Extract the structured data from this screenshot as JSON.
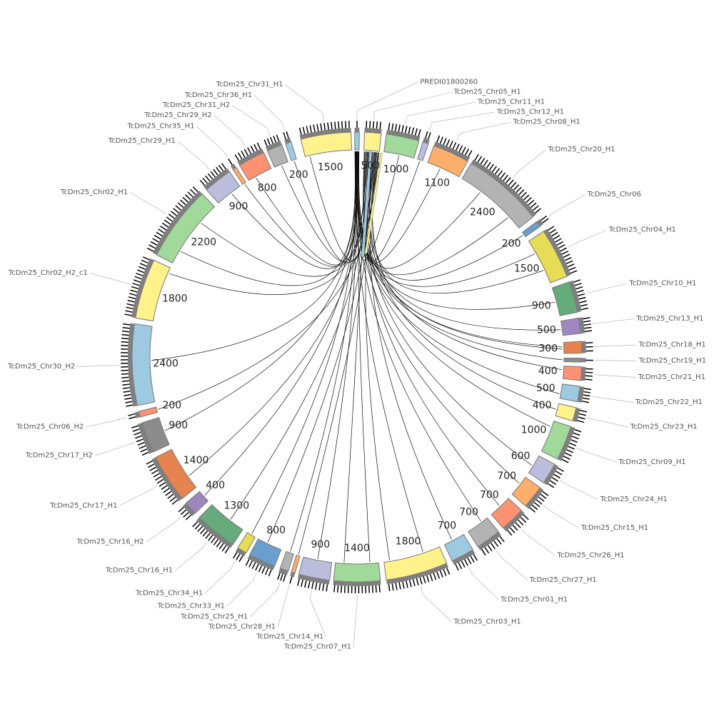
{
  "chart_data": {
    "type": "chord",
    "title": "",
    "tick_step": 100,
    "segments": [
      {
        "name": "PREDI01800260",
        "start": 359.4,
        "end": 0.6,
        "color": "#9ecae1"
      },
      {
        "name": "TcDm25_Chr05_H1",
        "start": 1.9,
        "end": 6.2,
        "color": "#fff28a"
      },
      {
        "name": "TcDm25_Chr11_H1",
        "start": 7.5,
        "end": 16,
        "color": "#a1d99b"
      },
      {
        "name": "TcDm25_Chr12_H1",
        "start": 17,
        "end": 18.5,
        "color": "#bcbddc"
      },
      {
        "name": "TcDm25_Chr08_H1",
        "start": 20,
        "end": 29.5,
        "color": "#fdae6b"
      },
      {
        "name": "TcDm25_Chr20_H1",
        "start": 30.5,
        "end": 51.5,
        "color": "#b3b3b3"
      },
      {
        "name": "TcDm25_Chr06",
        "start": 53,
        "end": 54.5,
        "color": "#6a9ecf"
      },
      {
        "name": "TcDm25_Chr04_H1",
        "start": 56,
        "end": 69,
        "color": "#e6dc55"
      },
      {
        "name": "TcDm25_Chr10_H1",
        "start": 70.5,
        "end": 78.5,
        "color": "#66ab7c"
      },
      {
        "name": "TcDm25_Chr13_H1",
        "start": 80,
        "end": 84,
        "color": "#9e86c0"
      },
      {
        "name": "TcDm25_Chr18_H1",
        "start": 86,
        "end": 89,
        "color": "#e6834f"
      },
      {
        "name": "TcDm25_Chr19_H1",
        "start": 90.3,
        "end": 91.3,
        "color": "#8c8c8c"
      },
      {
        "name": "TcDm25_Chr21_H1",
        "start": 92.5,
        "end": 96,
        "color": "#fc9272"
      },
      {
        "name": "TcDm25_Chr22_H1",
        "start": 97.5,
        "end": 101.5,
        "color": "#9ecae1"
      },
      {
        "name": "TcDm25_Chr23_H1",
        "start": 103,
        "end": 106.5,
        "color": "#fff28a"
      },
      {
        "name": "TcDm25_Chr09_H1",
        "start": 108,
        "end": 117,
        "color": "#a1d99b"
      },
      {
        "name": "TcDm25_Chr24_H1",
        "start": 118.5,
        "end": 124,
        "color": "#bcbddc"
      },
      {
        "name": "TcDm25_Chr15_H1",
        "start": 125.5,
        "end": 131.5,
        "color": "#fdae6b"
      },
      {
        "name": "TcDm25_Chr26_H1",
        "start": 133,
        "end": 139.5,
        "color": "#fc9272"
      },
      {
        "name": "TcDm25_Chr27_H1",
        "start": 141,
        "end": 147.5,
        "color": "#b3b3b3"
      },
      {
        "name": "TcDm25_Chr01_H1",
        "start": 149,
        "end": 155,
        "color": "#9ecae1"
      },
      {
        "name": "TcDm25_Chr03_H1",
        "start": 156.5,
        "end": 172.5,
        "color": "#fff28a"
      },
      {
        "name": "TcDm25_Chr07_H1",
        "start": 174,
        "end": 186,
        "color": "#a1d99b"
      },
      {
        "name": "TcDm25_Chr14_H1",
        "start": 187,
        "end": 195,
        "color": "#bcbddc"
      },
      {
        "name": "TcDm25_Chr28_H1",
        "start": 196,
        "end": 197,
        "color": "#fdae6b"
      },
      {
        "name": "TcDm25_Chr25_H1",
        "start": 197.8,
        "end": 200,
        "color": "#b3b3b3"
      },
      {
        "name": "TcDm25_Chr33_H1",
        "start": 201.5,
        "end": 208.5,
        "color": "#6a9ecf"
      },
      {
        "name": "TcDm25_Chr34_H1",
        "start": 209.5,
        "end": 212,
        "color": "#e6dc55"
      },
      {
        "name": "TcDm25_Chr16_H1",
        "start": 213.5,
        "end": 224.5,
        "color": "#66ab7c"
      },
      {
        "name": "TcDm25_Chr16_H2",
        "start": 226,
        "end": 229.5,
        "color": "#9e86c0"
      },
      {
        "name": "TcDm25_Chr17_H1",
        "start": 231,
        "end": 243.5,
        "color": "#e6834f"
      },
      {
        "name": "TcDm25_Chr17_H2",
        "start": 245,
        "end": 253,
        "color": "#8c8c8c"
      },
      {
        "name": "TcDm25_Chr06_H2",
        "start": 254.5,
        "end": 256,
        "color": "#fc9272"
      },
      {
        "name": "TcDm25_Chr30_H2",
        "start": 257.5,
        "end": 278.5,
        "color": "#9ecae1"
      },
      {
        "name": "TcDm25_Chr02_H2_c1",
        "start": 280,
        "end": 295.5,
        "color": "#fff28a"
      },
      {
        "name": "TcDm25_Chr02_H1",
        "start": 297,
        "end": 316.5,
        "color": "#a1d99b"
      },
      {
        "name": "TcDm25_Chr29_H1",
        "start": 318,
        "end": 325.5,
        "color": "#bcbddc"
      },
      {
        "name": "TcDm25_Chr35_H1",
        "start": 326.5,
        "end": 327.5,
        "color": "#fdae6b"
      },
      {
        "name": "TcDm25_Chr29_H2",
        "start": 328.5,
        "end": 335.5,
        "color": "#fc9272"
      },
      {
        "name": "TcDm25_Chr31_H2",
        "start": 336.5,
        "end": 340.5,
        "color": "#b3b3b3"
      },
      {
        "name": "TcDm25_Chr36_H1",
        "start": 341.5,
        "end": 343,
        "color": "#9ecae1"
      },
      {
        "name": "TcDm25_Chr31_H1",
        "start": 345.5,
        "end": 358.5,
        "color": "#fff28a"
      }
    ],
    "links": [
      [
        2,
        0.5
      ],
      [
        3,
        0.5
      ],
      [
        4,
        0.4
      ],
      [
        5,
        0.3
      ],
      [
        5,
        0.8
      ],
      [
        6,
        0.5
      ],
      [
        7,
        0.3
      ],
      [
        7,
        0.7
      ],
      [
        8,
        0.5
      ],
      [
        9,
        0.6
      ],
      [
        10,
        0.4
      ],
      [
        10,
        0.6
      ],
      [
        11,
        0.5
      ],
      [
        12,
        0.3
      ],
      [
        13,
        0.7
      ],
      [
        14,
        0.5
      ],
      [
        15,
        0.2
      ],
      [
        16,
        0.6
      ],
      [
        17,
        0.4
      ],
      [
        18,
        0.5
      ],
      [
        19,
        0.3
      ],
      [
        20,
        0.6
      ],
      [
        21,
        0.3
      ],
      [
        21,
        0.9
      ],
      [
        22,
        0.2
      ],
      [
        22,
        0.8
      ],
      [
        23,
        0.5
      ],
      [
        24,
        0.5
      ],
      [
        25,
        0.5
      ],
      [
        26,
        0.6
      ],
      [
        27,
        0.5
      ],
      [
        28,
        0.4
      ],
      [
        29,
        0.5
      ],
      [
        30,
        0.3
      ],
      [
        31,
        0.5
      ],
      [
        32,
        0.5
      ],
      [
        33,
        0.55
      ],
      [
        34,
        0.9
      ],
      [
        35,
        0.2
      ],
      [
        35,
        0.7
      ],
      [
        36,
        0.6
      ],
      [
        37,
        0.5
      ],
      [
        38,
        0.3
      ],
      [
        39,
        0.5
      ],
      [
        40,
        0.5
      ],
      [
        41,
        0.1
      ]
    ]
  }
}
